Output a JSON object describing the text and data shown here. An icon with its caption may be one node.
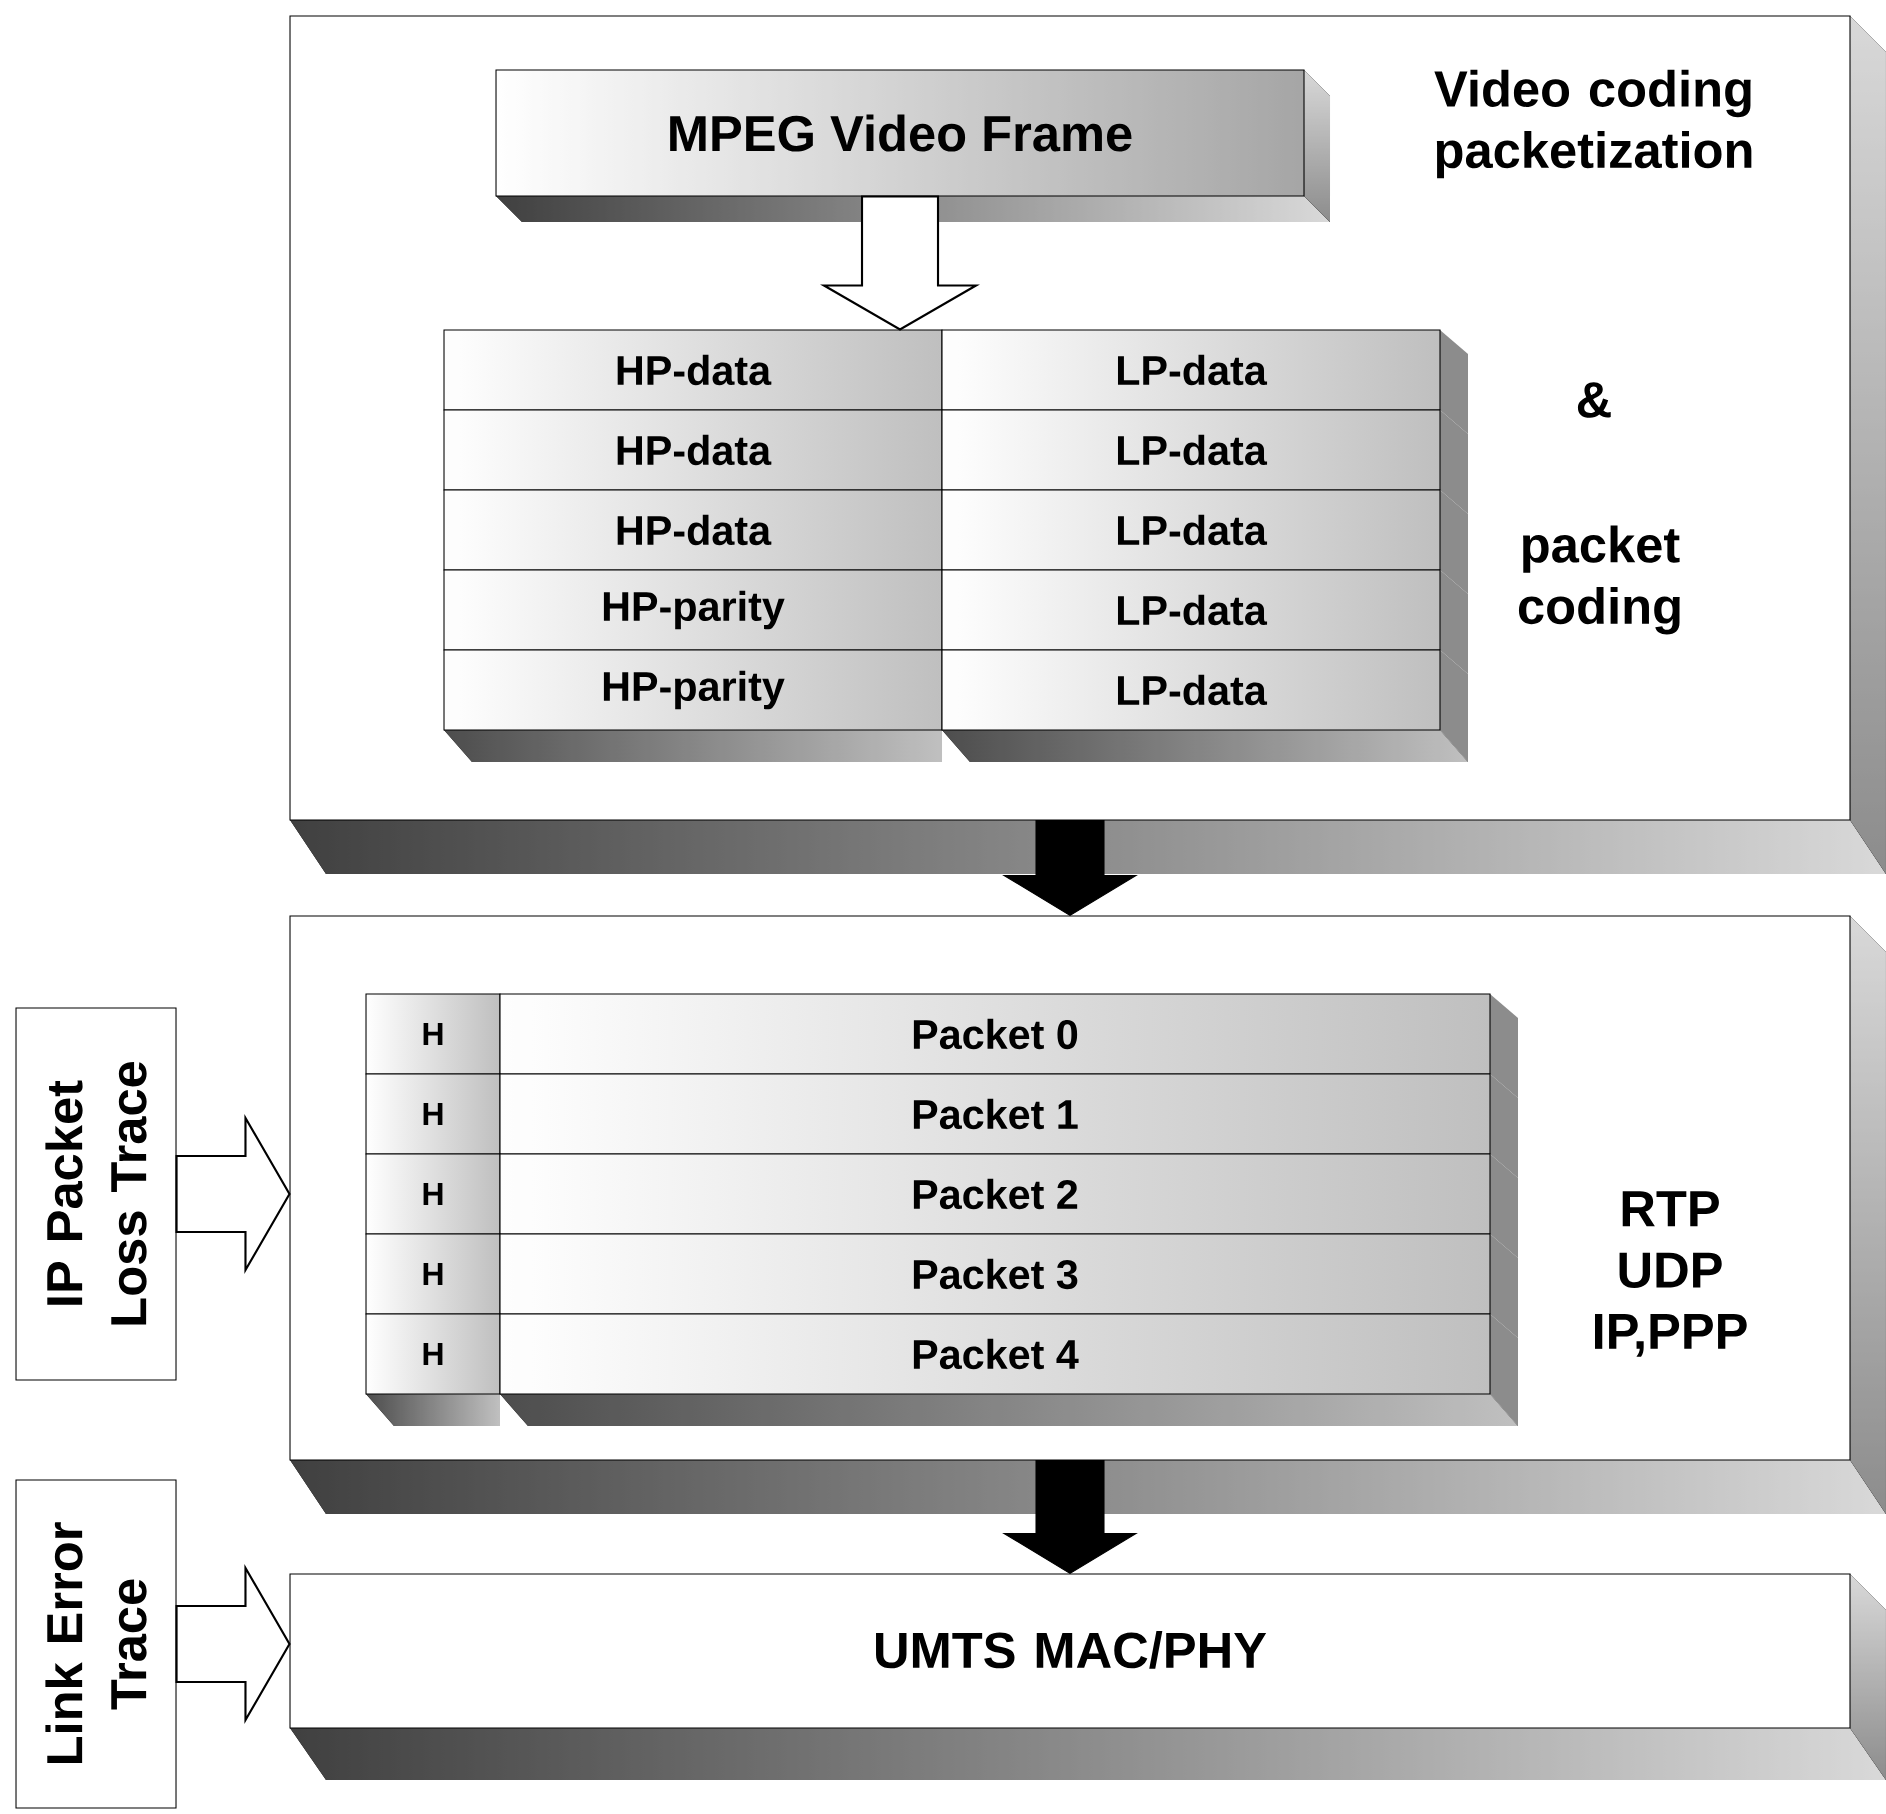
{
  "diagram": {
    "nodes": [
      {
        "text": [
          "Video coding packetization",
          "&",
          "packet coding"
        ]
      },
      {
        "text": [
          "MPEG Video Frame"
        ],
        "in": 0
      },
      {
        "text": [
          "HP-data"
        ],
        "in": 0
      },
      {
        "text": [
          "LP-data"
        ],
        "in": 0
      },
      {
        "text": [
          "HP-data"
        ],
        "in": 0
      },
      {
        "text": [
          "LP-data"
        ],
        "in": 0
      },
      {
        "text": [
          "HP-data"
        ],
        "in": 0
      },
      {
        "text": [
          "LP-data"
        ],
        "in": 0
      },
      {
        "text": [
          "HP-parity"
        ],
        "in": 0
      },
      {
        "text": [
          "LP-data"
        ],
        "in": 0
      },
      {
        "text": [
          "HP-parity"
        ],
        "in": 0
      },
      {
        "text": [
          "LP-data"
        ],
        "in": 0
      },
      {
        "text": [
          "RTP UDP IP,PPP"
        ]
      },
      {
        "text": [
          "H"
        ],
        "in": 12
      },
      {
        "text": [
          "Packet 0"
        ],
        "in": 12
      },
      {
        "text": [
          "H"
        ],
        "in": 12
      },
      {
        "text": [
          "Packet 1"
        ],
        "in": 12
      },
      {
        "text": [
          "H"
        ],
        "in": 12
      },
      {
        "text": [
          "Packet 2"
        ],
        "in": 12
      },
      {
        "text": [
          "H"
        ],
        "in": 12
      },
      {
        "text": [
          "Packet 3"
        ],
        "in": 12
      },
      {
        "text": [
          "H"
        ],
        "in": 12
      },
      {
        "text": [
          "Packet 4"
        ],
        "in": 12
      },
      {
        "text": [
          "UMTS MAC/PHY"
        ]
      },
      {
        "text": [
          "IP Packet Loss Trace"
        ]
      },
      {
        "text": [
          "Link Error Trace"
        ]
      }
    ],
    "edges": [
      {
        "from": 1,
        "to": 2,
        "arrow": "to"
      },
      {
        "from": 0,
        "to": 12,
        "arrow": "to",
        "style": "thick"
      },
      {
        "from": 24,
        "to": 12,
        "arrow": "to"
      },
      {
        "from": 12,
        "to": 23,
        "arrow": "to",
        "style": "thick"
      },
      {
        "from": 25,
        "to": 23,
        "arrow": "to"
      }
    ]
  }
}
